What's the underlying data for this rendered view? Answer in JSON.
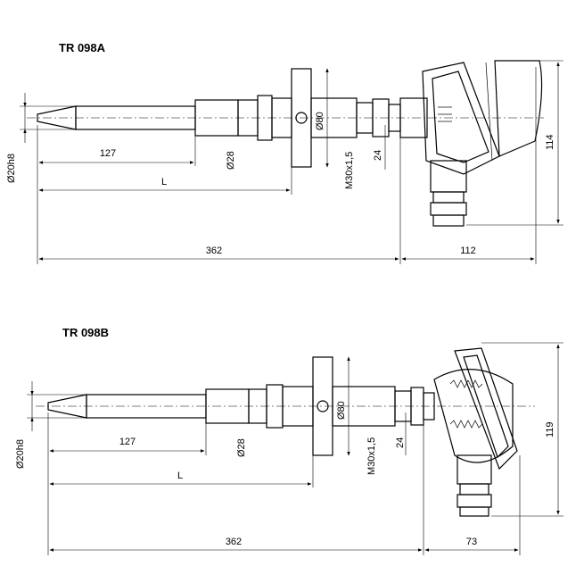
{
  "drawing_a": {
    "title": "TR 098A",
    "dims": {
      "d20": "Ø20h8",
      "len127": "127",
      "lenL": "L",
      "len362": "362",
      "len112": "112",
      "h114": "114",
      "d28": "Ø28",
      "d80": "Ø80",
      "m30": "M30x1,5",
      "w24": "24"
    }
  },
  "drawing_b": {
    "title": "TR 098B",
    "dims": {
      "d20": "Ø20h8",
      "len127": "127",
      "lenL": "L",
      "len362": "362",
      "len73": "73",
      "h119": "119",
      "d28": "Ø28",
      "d80": "Ø80",
      "m30": "M30x1,5",
      "w24": "24"
    }
  }
}
